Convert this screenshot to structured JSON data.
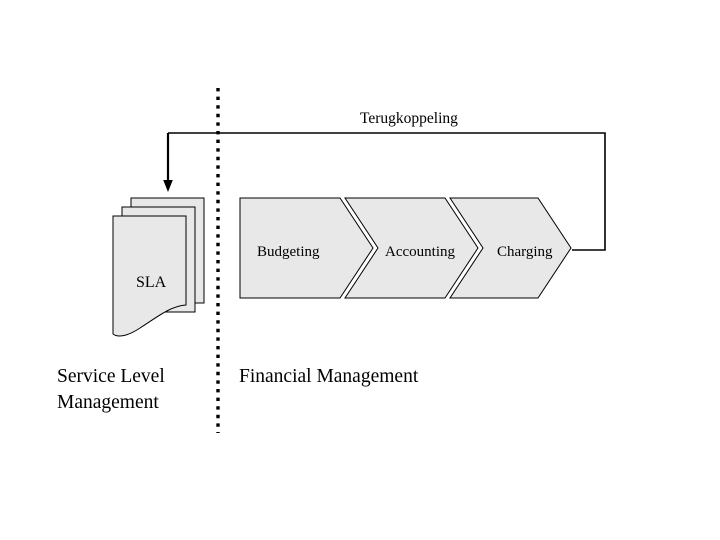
{
  "diagram": {
    "title_text": "Terugkoppeling",
    "background_color": "#ffffff",
    "shape_fill_color": "#e8e8e8",
    "stroke_color": "#000000",
    "feedback": {
      "label": "Terugkoppeling",
      "description": "feedback loop from Charging back to Service Level Management"
    },
    "divider": {
      "style": "dotted-vertical",
      "name": "lane-divider"
    },
    "process_chain": [
      {
        "id": "budgeting",
        "label": "Budgeting",
        "shape": "pentagon-arrow"
      },
      {
        "id": "accounting",
        "label": "Accounting",
        "shape": "chevron"
      },
      {
        "id": "charging",
        "label": "Charging",
        "shape": "chevron"
      }
    ],
    "document_stack": {
      "label": "SLA",
      "count": 3,
      "shape": "document-wavy-bottom"
    },
    "lanes": [
      {
        "id": "slm",
        "label_line1": "Service Level",
        "label_line2": "Management"
      },
      {
        "id": "fm",
        "label_line1": "Financial Management",
        "label_line2": ""
      }
    ]
  }
}
